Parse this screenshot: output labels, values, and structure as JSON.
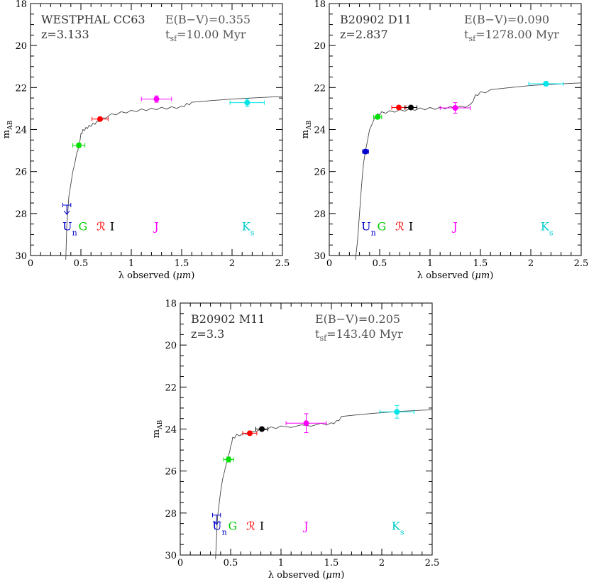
{
  "chart_data": [
    {
      "type": "scatter",
      "name": "WESTPHAL CC63",
      "redshift_text": "z=3.133",
      "ebv_text": "E(B−V)=0.355",
      "tsf_value": "=10.00 Myr",
      "xlabel_prefix": "λ observed (",
      "xlabel_mu": "μm",
      "xlabel_suffix": ")",
      "ylabel": "m",
      "ylabel_sub": "AB",
      "xlim": [
        0,
        2.5
      ],
      "ylim": [
        30,
        18
      ],
      "xticks": [
        "0",
        "0.5",
        "1",
        "1.5",
        "2",
        "2.5"
      ],
      "yticks": [
        "18",
        "20",
        "22",
        "24",
        "26",
        "28",
        "30"
      ],
      "points": [
        {
          "band": "Un",
          "x": 0.36,
          "y": 27.6,
          "xerr": 0.04,
          "upper_limit": true,
          "color": "#0000cc"
        },
        {
          "band": "G",
          "x": 0.48,
          "y": 24.75,
          "xerr": 0.06,
          "yerr": 0.1,
          "color": "#00e000"
        },
        {
          "band": "R",
          "x": 0.69,
          "y": 23.5,
          "xerr": 0.08,
          "yerr": 0.08,
          "color": "#ff0000"
        },
        {
          "band": "J",
          "x": 1.25,
          "y": 22.55,
          "xerr": 0.15,
          "yerr": 0.15,
          "color": "#ff00ff"
        },
        {
          "band": "Ks",
          "x": 2.15,
          "y": 22.72,
          "xerr": 0.17,
          "yerr": 0.18,
          "color": "#00e6e6"
        }
      ],
      "model_curve": [
        [
          0.35,
          30.2
        ],
        [
          0.36,
          28.6
        ],
        [
          0.38,
          27.2
        ],
        [
          0.4,
          26.6
        ],
        [
          0.42,
          26.0
        ],
        [
          0.44,
          25.6
        ],
        [
          0.46,
          25.1
        ],
        [
          0.48,
          24.7
        ],
        [
          0.5,
          24.2
        ],
        [
          0.52,
          24.0
        ],
        [
          0.55,
          23.9
        ],
        [
          0.58,
          23.8
        ],
        [
          0.62,
          23.7
        ],
        [
          0.66,
          23.6
        ],
        [
          0.7,
          23.45
        ],
        [
          0.8,
          23.25
        ],
        [
          0.9,
          23.15
        ],
        [
          1.0,
          23.08
        ],
        [
          1.1,
          23.02
        ],
        [
          1.2,
          22.98
        ],
        [
          1.3,
          22.94
        ],
        [
          1.4,
          22.91
        ],
        [
          1.5,
          22.88
        ],
        [
          1.55,
          22.75
        ],
        [
          1.6,
          22.7
        ],
        [
          1.8,
          22.62
        ],
        [
          2.0,
          22.55
        ],
        [
          2.2,
          22.5
        ],
        [
          2.4,
          22.45
        ],
        [
          2.5,
          22.43
        ]
      ],
      "band_labels": [
        {
          "text": "U",
          "sub": "n",
          "x": 0.39,
          "color": "#0000cc"
        },
        {
          "text": "G",
          "x": 0.52,
          "color": "#00cc00"
        },
        {
          "text": "ℛ",
          "x": 0.7,
          "color": "#ff0000"
        },
        {
          "text": "I",
          "x": 0.81,
          "color": "#000000"
        },
        {
          "text": "J",
          "x": 1.25,
          "color": "#ff00ff"
        },
        {
          "text": "K",
          "sub": "s",
          "x": 2.16,
          "color": "#00cccc"
        }
      ]
    },
    {
      "type": "scatter",
      "name": "B20902 D11",
      "redshift_text": "z=2.837",
      "ebv_text": "E(B−V)=0.090",
      "tsf_value": "=1278.00 Myr",
      "xlabel_prefix": "λ observed (",
      "xlabel_mu": "μm",
      "xlabel_suffix": ")",
      "ylabel": "m",
      "ylabel_sub": "AB",
      "xlim": [
        0,
        2.5
      ],
      "ylim": [
        30,
        18
      ],
      "xticks": [
        "0",
        "0.5",
        "1",
        "1.5",
        "2",
        "2.5"
      ],
      "yticks": [
        "18",
        "20",
        "22",
        "24",
        "26",
        "28",
        "30"
      ],
      "points": [
        {
          "band": "Un",
          "x": 0.36,
          "y": 25.05,
          "xerr": 0.03,
          "yerr": 0.1,
          "color": "#0000cc"
        },
        {
          "band": "G",
          "x": 0.48,
          "y": 23.4,
          "xerr": 0.04,
          "yerr": 0.08,
          "color": "#00e000"
        },
        {
          "band": "R",
          "x": 0.69,
          "y": 22.95,
          "xerr": 0.07,
          "yerr": 0.06,
          "color": "#ff0000"
        },
        {
          "band": "I",
          "x": 0.81,
          "y": 22.95,
          "xerr": 0.06,
          "yerr": 0.06,
          "color": "#000000"
        },
        {
          "band": "J",
          "x": 1.25,
          "y": 22.97,
          "xerr": 0.15,
          "yerr": 0.25,
          "color": "#ff00ff"
        },
        {
          "band": "Ks",
          "x": 2.15,
          "y": 21.82,
          "xerr": 0.17,
          "yerr": 0.1,
          "color": "#00e6e6"
        }
      ],
      "model_curve": [
        [
          0.26,
          30.2
        ],
        [
          0.28,
          29.3
        ],
        [
          0.3,
          28.0
        ],
        [
          0.32,
          26.7
        ],
        [
          0.34,
          25.6
        ],
        [
          0.36,
          25.0
        ],
        [
          0.38,
          24.5
        ],
        [
          0.4,
          24.0
        ],
        [
          0.42,
          23.8
        ],
        [
          0.45,
          23.45
        ],
        [
          0.48,
          23.25
        ],
        [
          0.52,
          23.15
        ],
        [
          0.6,
          23.1
        ],
        [
          0.7,
          23.05
        ],
        [
          0.8,
          23.0
        ],
        [
          0.9,
          22.97
        ],
        [
          1.0,
          22.95
        ],
        [
          1.1,
          22.93
        ],
        [
          1.2,
          22.9
        ],
        [
          1.3,
          22.88
        ],
        [
          1.4,
          22.8
        ],
        [
          1.45,
          22.35
        ],
        [
          1.5,
          22.2
        ],
        [
          1.6,
          22.1
        ],
        [
          1.8,
          22.0
        ],
        [
          2.0,
          21.9
        ],
        [
          2.2,
          21.85
        ],
        [
          2.4,
          21.8
        ],
        [
          2.5,
          21.78
        ]
      ],
      "band_labels": [
        {
          "text": "U",
          "sub": "n",
          "x": 0.39,
          "color": "#0000cc"
        },
        {
          "text": "G",
          "x": 0.52,
          "color": "#00cc00"
        },
        {
          "text": "ℛ",
          "x": 0.7,
          "color": "#ff0000"
        },
        {
          "text": "I",
          "x": 0.81,
          "color": "#000000"
        },
        {
          "text": "J",
          "x": 1.25,
          "color": "#ff00ff"
        },
        {
          "text": "K",
          "sub": "s",
          "x": 2.16,
          "color": "#00cccc"
        }
      ]
    },
    {
      "type": "scatter",
      "name": "B20902 M11",
      "redshift_text": "z=3.3",
      "ebv_text": "E(B−V)=0.205",
      "tsf_value": "=143.40 Myr",
      "xlabel_prefix": "λ observed (",
      "xlabel_mu": "μm",
      "xlabel_suffix": ")",
      "ylabel": "m",
      "ylabel_sub": "AB",
      "xlim": [
        0,
        2.5
      ],
      "ylim": [
        30,
        18
      ],
      "xticks": [
        "0",
        "0.5",
        "1",
        "1.5",
        "2",
        "2.5"
      ],
      "yticks": [
        "18",
        "20",
        "22",
        "24",
        "26",
        "28",
        "30"
      ],
      "points": [
        {
          "band": "Un",
          "x": 0.36,
          "y": 28.1,
          "xerr": 0.04,
          "upper_limit": true,
          "color": "#0000cc"
        },
        {
          "band": "G",
          "x": 0.48,
          "y": 25.45,
          "xerr": 0.05,
          "yerr": 0.12,
          "color": "#00e000"
        },
        {
          "band": "R",
          "x": 0.69,
          "y": 24.2,
          "xerr": 0.07,
          "yerr": 0.08,
          "color": "#ff0000"
        },
        {
          "band": "I",
          "x": 0.81,
          "y": 24.0,
          "xerr": 0.06,
          "yerr": 0.07,
          "color": "#000000"
        },
        {
          "band": "J",
          "x": 1.25,
          "y": 23.72,
          "xerr": 0.2,
          "yerr": 0.45,
          "color": "#ff00ff"
        },
        {
          "band": "Ks",
          "x": 2.15,
          "y": 23.18,
          "xerr": 0.17,
          "yerr": 0.3,
          "color": "#00e6e6"
        }
      ],
      "model_curve": [
        [
          0.35,
          30.2
        ],
        [
          0.37,
          28.2
        ],
        [
          0.4,
          27.0
        ],
        [
          0.42,
          26.4
        ],
        [
          0.44,
          26.0
        ],
        [
          0.46,
          25.6
        ],
        [
          0.48,
          25.2
        ],
        [
          0.5,
          24.8
        ],
        [
          0.52,
          24.4
        ],
        [
          0.56,
          24.25
        ],
        [
          0.62,
          24.2
        ],
        [
          0.7,
          24.1
        ],
        [
          0.8,
          23.98
        ],
        [
          0.9,
          23.9
        ],
        [
          1.0,
          23.85
        ],
        [
          1.2,
          23.8
        ],
        [
          1.4,
          23.72
        ],
        [
          1.5,
          23.7
        ],
        [
          1.55,
          23.6
        ],
        [
          1.6,
          23.4
        ],
        [
          1.8,
          23.3
        ],
        [
          2.0,
          23.22
        ],
        [
          2.2,
          23.15
        ],
        [
          2.4,
          23.1
        ],
        [
          2.5,
          23.08
        ]
      ],
      "band_labels": [
        {
          "text": "U",
          "sub": "n",
          "x": 0.39,
          "color": "#0000cc"
        },
        {
          "text": "G",
          "x": 0.52,
          "color": "#00cc00"
        },
        {
          "text": "ℛ",
          "x": 0.7,
          "color": "#ff0000"
        },
        {
          "text": "I",
          "x": 0.81,
          "color": "#000000"
        },
        {
          "text": "J",
          "x": 1.25,
          "color": "#ff00ff"
        },
        {
          "text": "K",
          "sub": "s",
          "x": 2.16,
          "color": "#00cccc"
        }
      ]
    }
  ]
}
